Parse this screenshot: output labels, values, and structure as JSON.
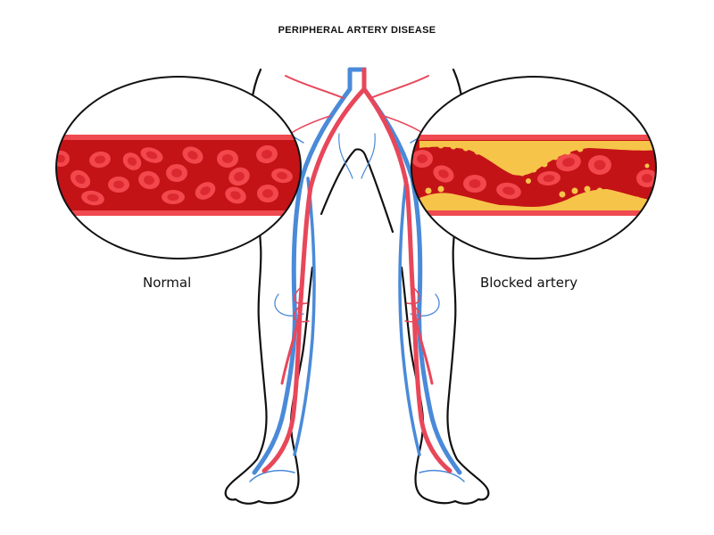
{
  "title": "PERIPHERAL ARTERY DISEASE",
  "labels": {
    "normal": "Normal",
    "blocked": "Blocked artery"
  },
  "colors": {
    "artery": "#e8475a",
    "vein": "#4a8ad8",
    "vessel_wall": "#ef4a4f",
    "vessel_lumen": "#c41317",
    "rbc_outer": "#f2474c",
    "rbc_inner": "#dc2930",
    "plaque": "#f7c44a",
    "outline": "#111111"
  },
  "callouts": [
    {
      "id": "normal",
      "description": "Cross-section of a normal blood vessel with red blood cells"
    },
    {
      "id": "blocked",
      "description": "Cross-section of an artery narrowed by yellow plaque deposits"
    }
  ]
}
